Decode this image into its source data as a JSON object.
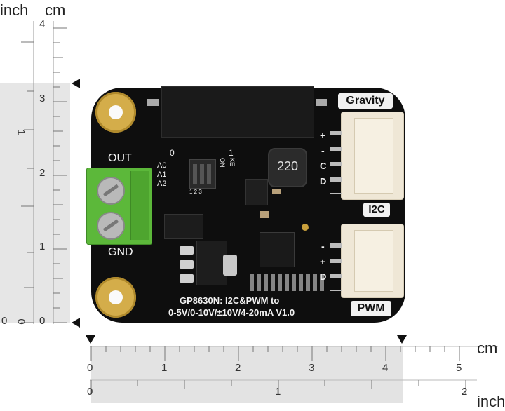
{
  "rulers": {
    "left": {
      "unit_inch": "inch",
      "unit_cm": "cm",
      "cm_ticks": [
        "4",
        "3",
        "2",
        "1",
        "0"
      ],
      "inch_ticks": [
        "1",
        "0"
      ],
      "extra_zero": "0"
    },
    "bottom": {
      "unit_cm": "cm",
      "unit_inch": "inch",
      "cm_ticks": [
        "0",
        "1",
        "2",
        "3",
        "4",
        "5"
      ],
      "inch_ticks": [
        "0",
        "1",
        "2"
      ]
    }
  },
  "board": {
    "label_out": "OUT",
    "label_gnd": "GND",
    "label_gravity": "Gravity",
    "label_i2c": "I2C",
    "label_pwm": "PWM",
    "inductor_code": "220",
    "switch_left": "0",
    "switch_right": "1",
    "addr_labels": [
      "A0",
      "A1",
      "A2"
    ],
    "switch_on": "ON",
    "switch_ke": "KE",
    "switch_nums": "1 2 3",
    "i2c_pins": [
      "+",
      "-",
      "C",
      "D"
    ],
    "pwm_pins": [
      "-",
      "+",
      "D"
    ],
    "title_line1": "GP8630N: I2C&PWM to",
    "title_line2": "0-5V/0-10V/±10V/4-20mA V1.0"
  },
  "colors": {
    "pcb": "#0d0d0d",
    "terminal": "#5cb83a",
    "connector": "#efe7d6",
    "gold": "#c9a03c",
    "ruler_shade": "#e3e3e3"
  }
}
